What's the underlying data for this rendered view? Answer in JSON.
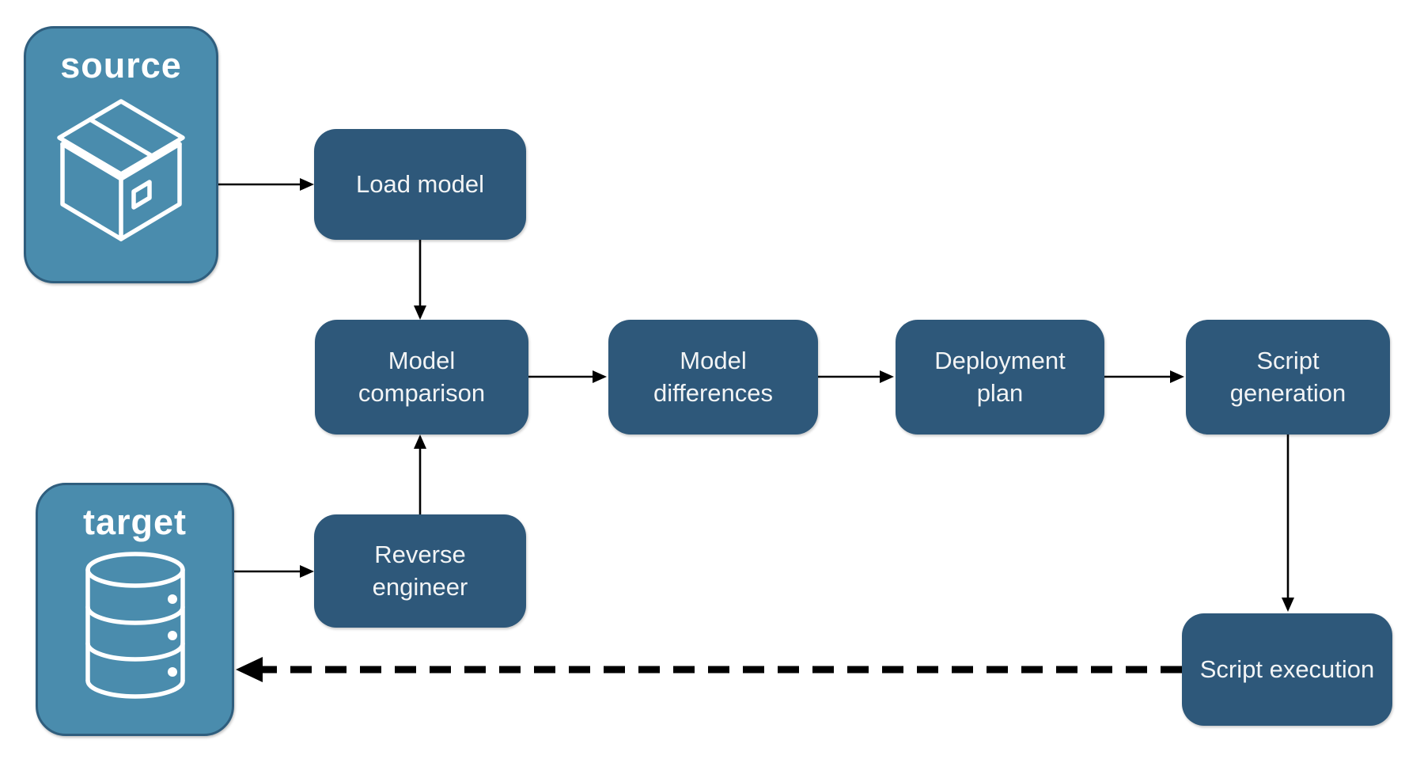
{
  "endpoints": {
    "source": {
      "label": "source",
      "icon": "package-icon"
    },
    "target": {
      "label": "target",
      "icon": "database-icon"
    }
  },
  "steps": {
    "load_model": "Load model",
    "model_comparison": "Model comparison",
    "model_differences": "Model differences",
    "deployment_plan": "Deployment plan",
    "script_generation": "Script generation",
    "reverse_engineer": "Reverse engineer",
    "script_execution": "Script execution"
  },
  "edges": [
    {
      "from": "source",
      "to": "Load model",
      "style": "solid"
    },
    {
      "from": "Load model",
      "to": "Model comparison",
      "style": "solid"
    },
    {
      "from": "target",
      "to": "Reverse engineer",
      "style": "solid"
    },
    {
      "from": "Reverse engineer",
      "to": "Model comparison",
      "style": "solid"
    },
    {
      "from": "Model comparison",
      "to": "Model differences",
      "style": "solid"
    },
    {
      "from": "Model differences",
      "to": "Deployment plan",
      "style": "solid"
    },
    {
      "from": "Deployment plan",
      "to": "Script generation",
      "style": "solid"
    },
    {
      "from": "Script generation",
      "to": "Script execution",
      "style": "solid"
    },
    {
      "from": "Script execution",
      "to": "target",
      "style": "dashed"
    }
  ],
  "colors": {
    "background": "#FFFFFF",
    "step_fill": "#2E587A",
    "step_text": "#F2F4F5",
    "endpoint_fill": "#4A8CAD",
    "endpoint_border": "#2F5E7E",
    "endpoint_text": "#FFFFFF",
    "arrow": "#000000"
  }
}
